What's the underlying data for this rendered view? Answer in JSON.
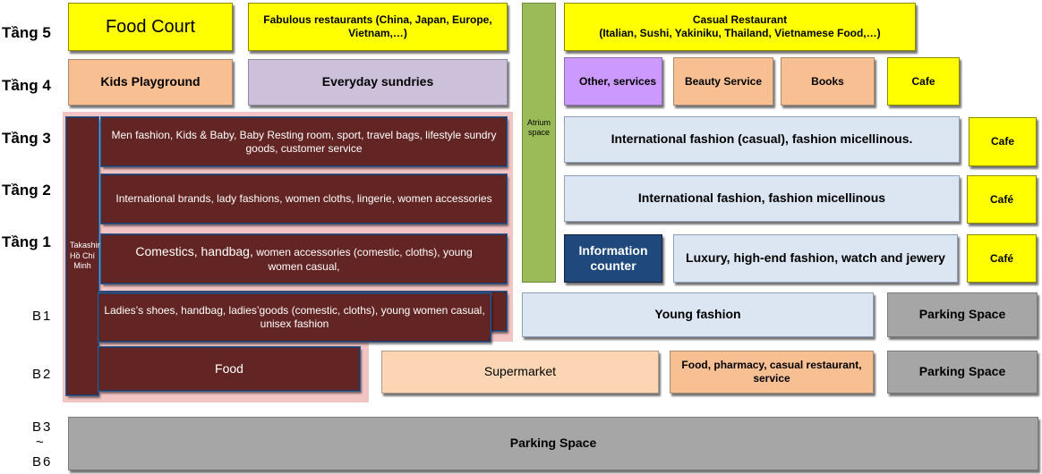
{
  "floors": {
    "f5": "Tầng 5",
    "f4": "Tầng 4",
    "f3": "Tầng 3",
    "f2": "Tầng 2",
    "f1": "Tầng 1",
    "b1": "B1",
    "b2": "B2",
    "b3_top": "B3",
    "b3_tilde": "~",
    "b3_bottom": "B6"
  },
  "takashimaya": "Takashimaya Hồ Chí Minh",
  "atrium": "Atrium space",
  "tang5": {
    "food_court": "Food Court",
    "fabulous": "Fabulous restaurants (China, Japan, Europe, Vietnam,…)",
    "casual_title": "Casual Restaurant",
    "casual_detail": "(Italian, Sushi, Yakiniku, Thailand, Vietnamese Food,…)"
  },
  "tang4": {
    "kids": "Kids Playground",
    "sundries": "Everyday sundries",
    "other": "Other, services",
    "beauty": "Beauty Service",
    "books": "Books",
    "cafe": "Cafe"
  },
  "tang3": {
    "men": "Men fashion, Kids & Baby, Baby Resting room, sport, travel bags, lifestyle sundry goods, customer service",
    "intl_casual": "International fashion (casual), fashion micellinous.",
    "cafe": "Cafe"
  },
  "tang2": {
    "brands": "International brands, lady fashions, women cloths, lingerie, women accessories",
    "intl": "International fashion, fashion micellinous",
    "cafe": "Café"
  },
  "tang1": {
    "cosmetics_big": "Comestics, handbag,",
    "cosmetics_small": "women accessories (comestic, cloths), young women casual,",
    "info": "Information counter",
    "luxury": "Luxury, high-end fashion, watch and jewery",
    "cafe": "Café"
  },
  "b1": {
    "ladies": "Ladies’s shoes, handbag, ladies’goods (comestic, cloths), young women casual, unisex fashion",
    "young": "Young fashion",
    "parking": "Parking Space"
  },
  "b2": {
    "food": "Food",
    "supermarket": "Supermarket",
    "pharmacy": "Food, pharmacy, casual restaurant, service",
    "parking": "Parking Space"
  },
  "b3_6": {
    "parking": "Parking Space"
  },
  "colors": {
    "yellow": "#ffff00",
    "peach": "#f8bf93",
    "lavender": "#ccc0da",
    "purple": "#cc99ff",
    "light_blue": "#dce6f2",
    "grey": "#a6a6a6",
    "maroon": "#632523",
    "navy": "#1f497d",
    "green": "#9bbb59",
    "pink": "#f2c4c4"
  }
}
